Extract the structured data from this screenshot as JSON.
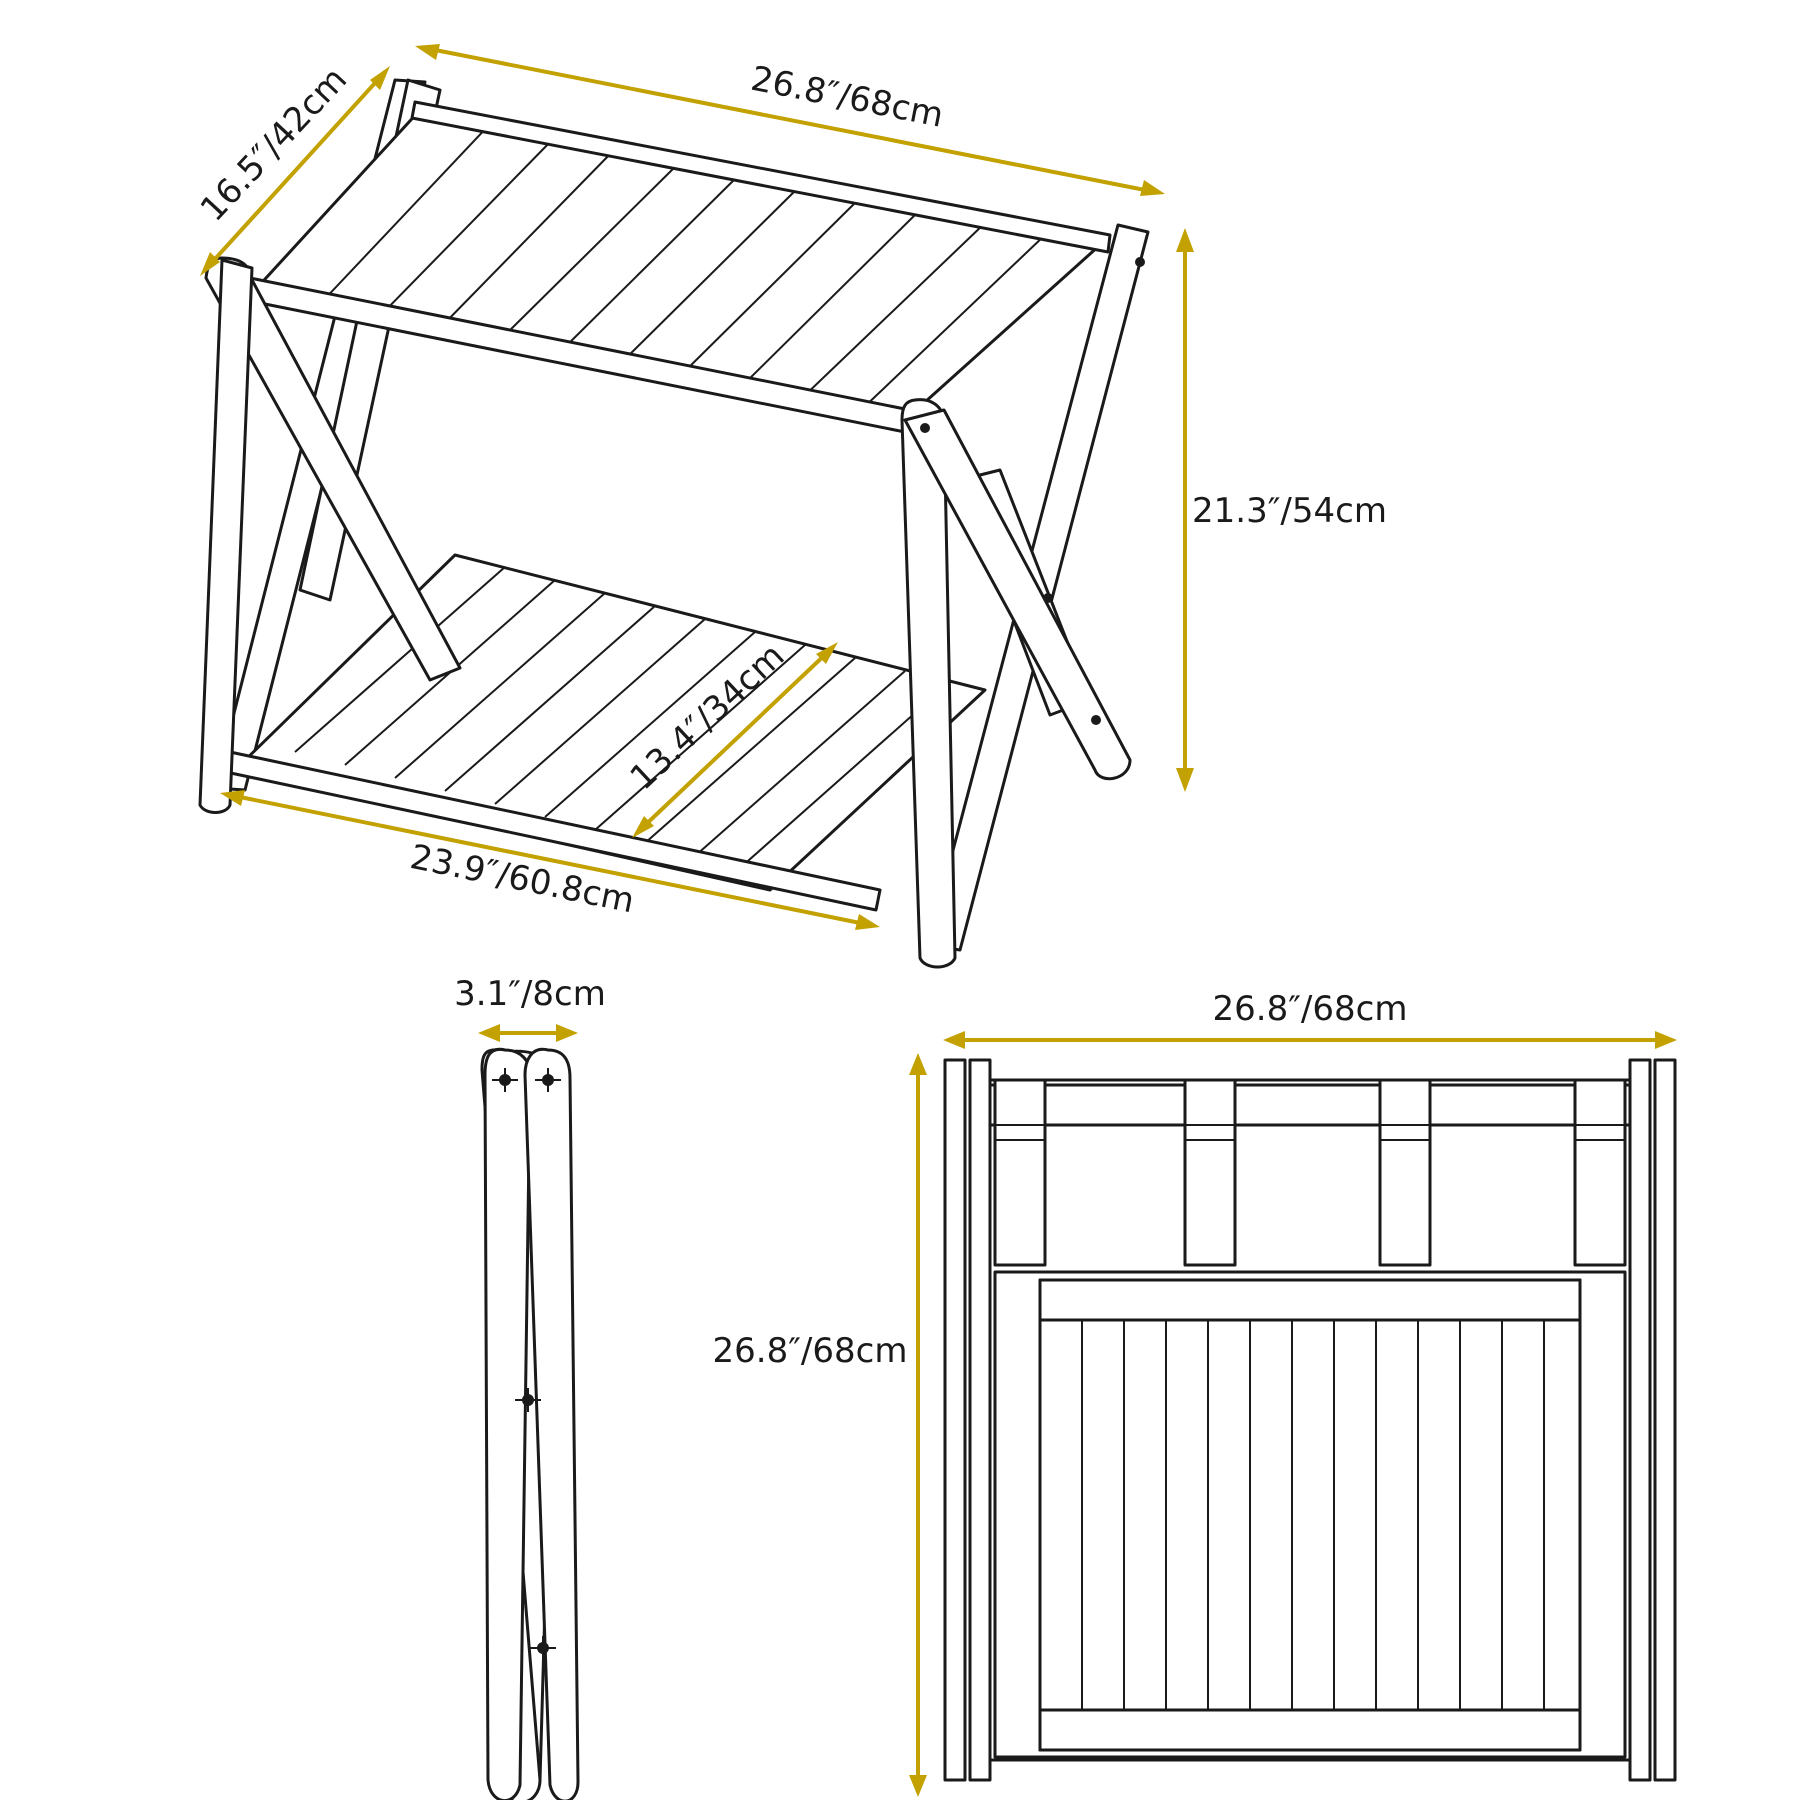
{
  "dimensions": {
    "iso_top_length": "26.8″/68cm",
    "iso_depth": "16.5″/42cm",
    "iso_height": "21.3″/54cm",
    "iso_shelf_depth": "13.4″/34cm",
    "iso_bottom_length": "23.9″/60.8cm",
    "folded_width": "3.1″/8cm",
    "top_view_length": "26.8″/68cm",
    "top_view_width": "26.8″/68cm"
  },
  "colors": {
    "dimension_line": "#c2a100",
    "outline": "#1a1a1a",
    "background": "#ffffff"
  }
}
